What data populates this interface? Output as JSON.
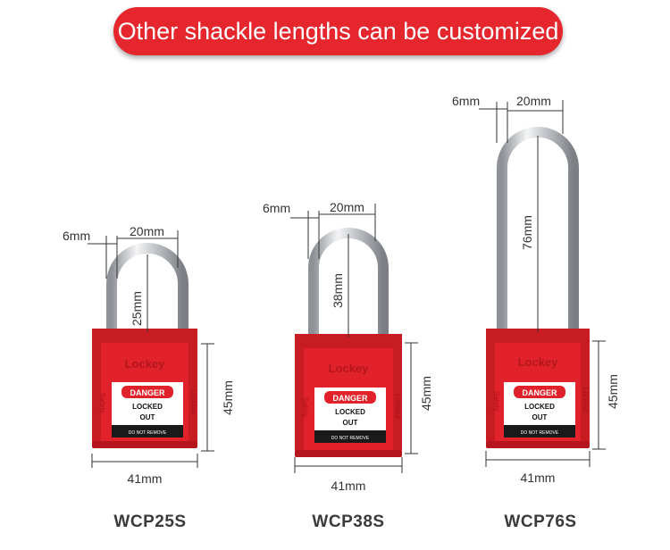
{
  "banner": {
    "text": "Other shackle lengths can be customized",
    "color": "#e5262d"
  },
  "lock_text": {
    "brand": "Lockey",
    "side_left": "Safety",
    "side_right": "Lockout",
    "tag_title": "DANGER",
    "tag_line1": "LOCKED",
    "tag_line2": "OUT",
    "tag_footer": "DO NOT REMOVE"
  },
  "products": [
    {
      "model": "WCP25S",
      "shackle_diameter": "6mm",
      "shackle_width": "20mm",
      "shackle_length": "25mm",
      "body_height": "45mm",
      "body_width": "41mm"
    },
    {
      "model": "WCP38S",
      "shackle_diameter": "6mm",
      "shackle_width": "20mm",
      "shackle_length": "38mm",
      "body_height": "45mm",
      "body_width": "41mm"
    },
    {
      "model": "WCP76S",
      "shackle_diameter": "6mm",
      "shackle_width": "20mm",
      "shackle_length": "76mm",
      "body_height": "45mm",
      "body_width": "41mm"
    }
  ],
  "colors": {
    "lock_body": "#e1222a",
    "lock_body_dark": "#b5161d",
    "shackle": "#c9ccd0",
    "dimension_line": "#333333"
  }
}
